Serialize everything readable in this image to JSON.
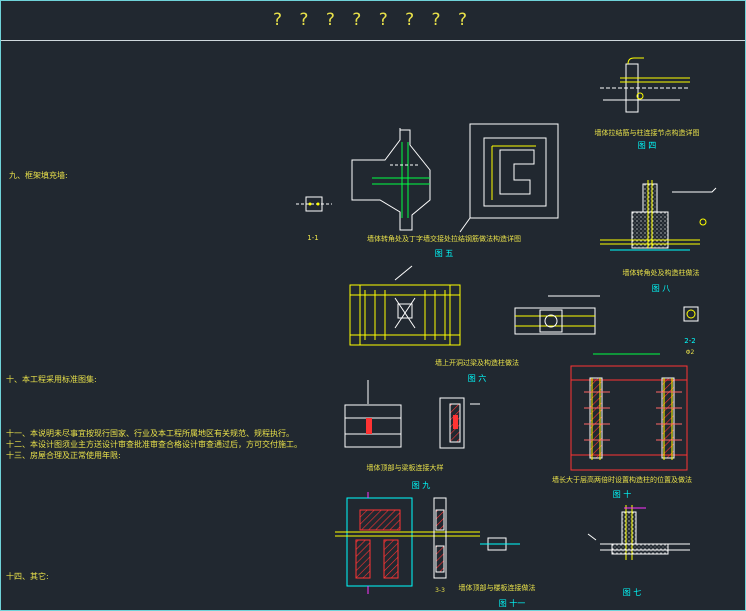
{
  "drawing": {
    "title": "? ? ? ? ? ? ? ?"
  },
  "notes": {
    "item9": "九、框架填充墙:",
    "item10": "十、本工程采用标准图集:",
    "item11": "十一、本说明未尽事宜按现行国家、行业及本工程所属地区有关规范、规程执行。",
    "item12": "十二、本设计图须业主方送设计审查批准审查合格设计审查通过后，方可交付施工。",
    "item13": "十三、房屋合理及正常使用年限:",
    "item14": "十四、其它:"
  },
  "figures": {
    "fig4": {
      "caption": "墙体拉结筋与柱连接节点构造详图",
      "label": "图 四"
    },
    "fig5": {
      "caption": "墙体转角处及丁字墙交接处拉结钢筋做法构造详图",
      "label": "图 五"
    },
    "fig6": {
      "caption": "墙上开洞过梁及构造柱做法",
      "label": "图 六"
    },
    "fig7": {
      "label": "图 七"
    },
    "fig8": {
      "caption": "墙体转角处及构造柱做法",
      "label": "图 八"
    },
    "fig9": {
      "caption": "墙体顶部与梁板连接大样",
      "label": "图 九"
    },
    "fig10": {
      "caption": "墙长大于层高两倍时设置构造柱的位置及做法",
      "label": "图 十"
    },
    "fig11": {
      "caption": "墙体顶部与楼板连接做法",
      "label": "图 十一"
    },
    "sec11": {
      "label": "1-1"
    },
    "sec22": {
      "label": "2-2",
      "sub": "Φ2"
    },
    "sec33": {
      "label": "3-3"
    }
  },
  "colors": {
    "background": "#212830",
    "border": "#6fd3d9",
    "text": "#e8e04a",
    "lines": "#ffffff",
    "rebar": "#ffff00",
    "hatch": "#ff3333",
    "accent_cyan": "#00ffff",
    "accent_green": "#00ff44",
    "accent_magenta": "#ff33ff"
  }
}
